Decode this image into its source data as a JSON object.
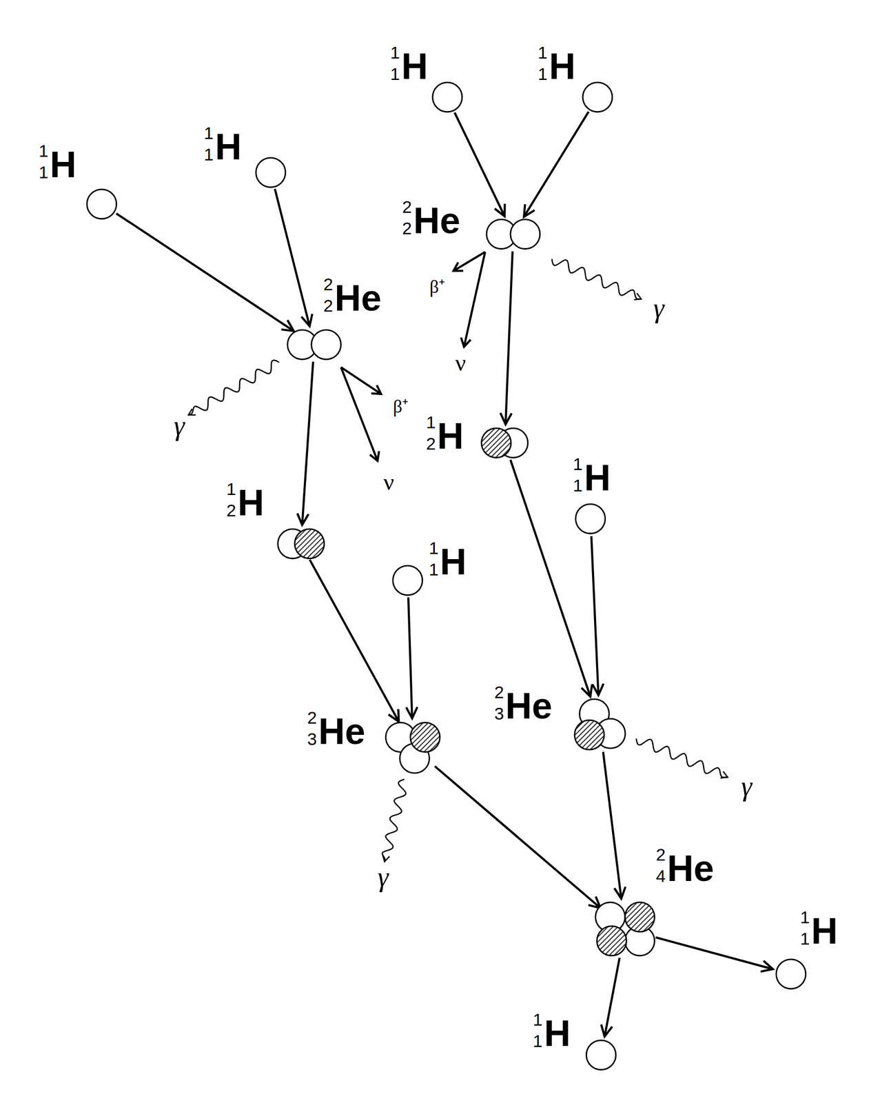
{
  "diagram": {
    "nodes": [
      {
        "text": [
          "1",
          "1",
          "H"
        ]
      },
      {
        "text": [
          "1",
          "1",
          "H"
        ]
      },
      {
        "text": [
          "1",
          "1",
          "H"
        ]
      },
      {
        "text": [
          "1",
          "1",
          "H"
        ]
      },
      {
        "text": [
          "2",
          "2",
          "He"
        ]
      },
      {
        "text": [
          "2",
          "2",
          "He"
        ]
      },
      {
        "text": [
          "1",
          "2",
          "H"
        ]
      },
      {
        "text": [
          "1",
          "1",
          "H"
        ]
      },
      {
        "text": [
          "1",
          "2",
          "H"
        ]
      },
      {
        "text": [
          "1",
          "1",
          "H"
        ]
      },
      {
        "text": [
          "2",
          "3",
          "He"
        ]
      },
      {
        "text": [
          "2",
          "3",
          "He"
        ]
      },
      {
        "text": [
          "2",
          "4",
          "He"
        ]
      },
      {
        "text": [
          "1",
          "1",
          "H"
        ]
      },
      {
        "text": [
          "1",
          "1",
          "H"
        ]
      }
    ],
    "edges": [
      {
        "from": 0,
        "to": 4,
        "arrow": "to"
      },
      {
        "from": 1,
        "to": 4,
        "arrow": "to"
      },
      {
        "from": 2,
        "to": 5,
        "arrow": "to"
      },
      {
        "from": 3,
        "to": 5,
        "arrow": "to"
      },
      {
        "from": 4,
        "to": 6,
        "arrow": "to"
      },
      {
        "from": 5,
        "to": 8,
        "arrow": "to"
      },
      {
        "from": 6,
        "to": 10,
        "arrow": "to"
      },
      {
        "from": 7,
        "to": 10,
        "arrow": "to"
      },
      {
        "from": 8,
        "to": 11,
        "arrow": "to"
      },
      {
        "from": 9,
        "to": 11,
        "arrow": "to"
      },
      {
        "from": 11,
        "to": 12,
        "arrow": "to"
      },
      {
        "from": 10,
        "to": 12,
        "arrow": "to"
      },
      {
        "from": 12,
        "to": 13,
        "arrow": "to"
      },
      {
        "from": 12,
        "to": 14,
        "arrow": "to"
      }
    ],
    "labels": [
      "β⁺",
      "ν",
      "γ",
      "γ",
      "β⁺",
      "ν",
      "γ",
      "γ"
    ]
  }
}
